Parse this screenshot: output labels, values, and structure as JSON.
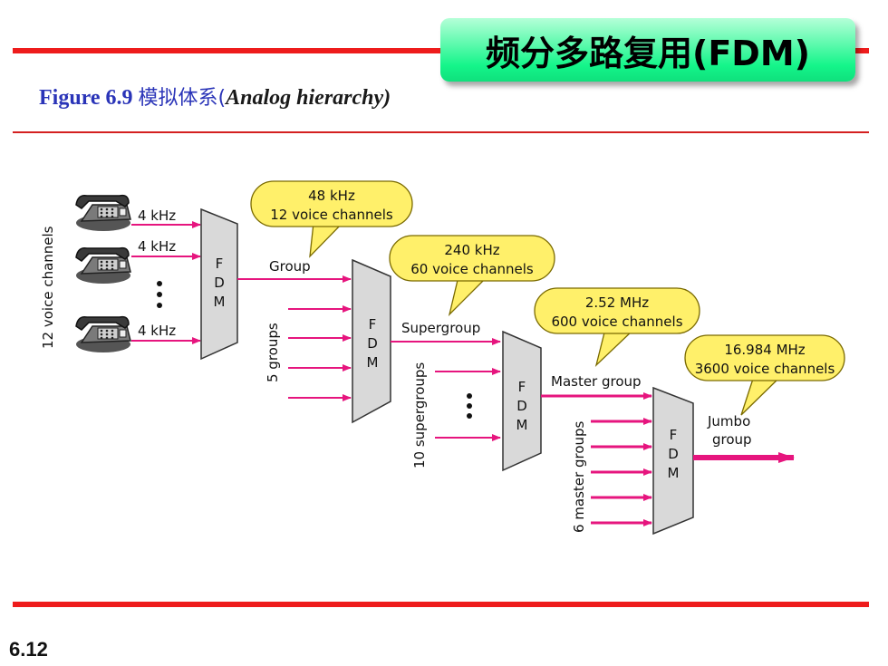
{
  "slide": {
    "title": "频分多路复用(FDM)",
    "caption_figure": "Figure 6.9",
    "caption_cn": "模拟体系(",
    "caption_en": "Analog hierarchy)",
    "page_number": "6.12"
  },
  "colors": {
    "accent_red": "#ee1c1c",
    "title_green": "#14f58a",
    "caption_blue": "#2a34b8",
    "signal_magenta": "#e6157e",
    "callout_yellow": "#fff06a",
    "fdm_gray": "#d9d9d9"
  },
  "diagram": {
    "phones": {
      "side_label": "12 voice channels",
      "icon": "telephone-icon",
      "line_labels": [
        "4 kHz",
        "4 kHz",
        "4 kHz"
      ]
    },
    "fdm_letters": [
      "F",
      "D",
      "M"
    ],
    "stages": [
      {
        "output_label": "Group",
        "callout_line1": "48 kHz",
        "callout_line2": "12 voice channels"
      },
      {
        "input_label": "5 groups",
        "output_label": "Supergroup",
        "callout_line1": "240 kHz",
        "callout_line2": "60 voice channels"
      },
      {
        "input_label": "10 supergroups",
        "output_label": "Master group",
        "callout_line1": "2.52 MHz",
        "callout_line2": "600 voice channels"
      },
      {
        "input_label": "6 master groups",
        "output_label_line1": "Jumbo",
        "output_label_line2": "group",
        "callout_line1": "16.984 MHz",
        "callout_line2": "3600 voice channels"
      }
    ]
  }
}
